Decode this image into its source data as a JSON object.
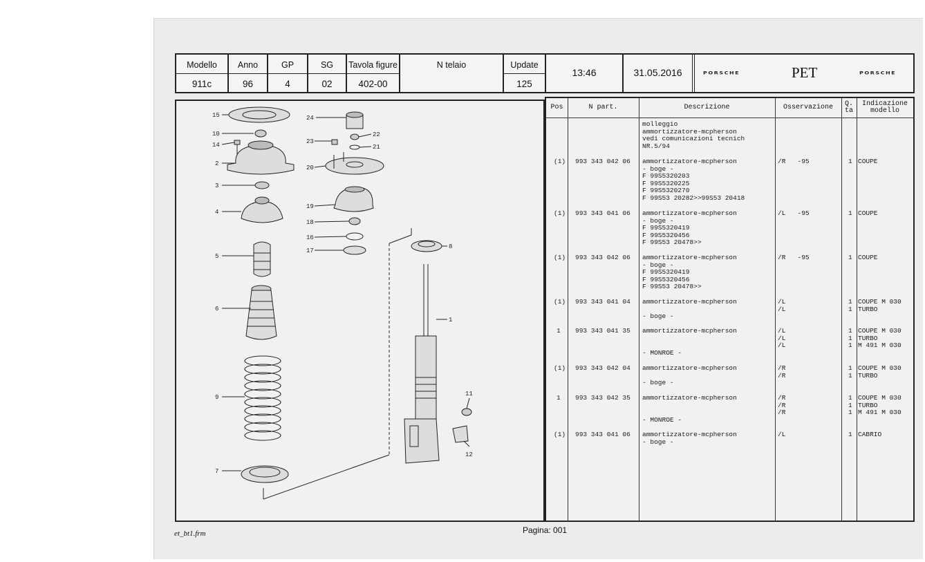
{
  "header": {
    "modello_label": "Modello",
    "modello_value": "911c",
    "anno_label": "Anno",
    "anno_value": "96",
    "gp_label": "GP",
    "gp_value": "4",
    "sg_label": "SG",
    "sg_value": "02",
    "tavola_label": "Tavola figure",
    "tavola_value": "402-00",
    "telaio_label": "N  telaio",
    "update_label": "Update",
    "update_value": "125",
    "time": "13:46",
    "date": "31.05.2016",
    "brand_left": "PORSCHE",
    "app_name": "PET",
    "brand_right": "PORSCHE"
  },
  "diagram_callouts": [
    "15",
    "10",
    "14",
    "2",
    "3",
    "4",
    "5",
    "6",
    "9",
    "7",
    "24",
    "22",
    "23",
    "21",
    "20",
    "19",
    "18",
    "16",
    "17",
    "8",
    "1",
    "11",
    "12"
  ],
  "table": {
    "columns": {
      "pos": "Pos",
      "part": "N  part.",
      "desc": "Descrizione",
      "obs": "Osservazione",
      "qty": "Q.\nta",
      "model": "Indicazione\nmodello"
    },
    "rows": [
      {
        "pos": "",
        "part": "",
        "desc": "molleggio\nammortizzatore-mcpherson\nvedi comunicazioni tecnich\nNR.5/94",
        "obs": "",
        "qty": "",
        "model": ""
      },
      {
        "pos": "(1)",
        "part": "993 343 042 06",
        "desc": "ammortizzatore-mcpherson\n- boge -\nF 99S5320203\nF 99S5320225\nF 99S5320270\nF 99S53 20282>>99S53 20418",
        "obs": "/R   -95",
        "qty": "1",
        "model": "COUPE"
      },
      {
        "pos": "(1)",
        "part": "993 343 041 06",
        "desc": "ammortizzatore-mcpherson\n- boge -\nF 99S5320419\nF 99S5320456\nF 99S53 20478>>",
        "obs": "/L   -95",
        "qty": "1",
        "model": "COUPE"
      },
      {
        "pos": "(1)",
        "part": "993 343 042 06",
        "desc": "ammortizzatore-mcpherson\n- boge -\nF 99S5320419\nF 99S5320456\nF 99S53 20478>>",
        "obs": "/R   -95",
        "qty": "1",
        "model": "COUPE"
      },
      {
        "pos": "(1)",
        "part": "993 343 041 04",
        "desc": "ammortizzatore-mcpherson\n\n- boge -",
        "obs": "/L\n/L",
        "qty": "1\n1",
        "model": "COUPE M 030\nTURBO"
      },
      {
        "pos": "1",
        "part": "993 343 041 35",
        "desc": "ammortizzatore-mcpherson\n\n\n- MONROE -",
        "obs": "/L\n/L\n/L",
        "qty": "1\n1\n1",
        "model": "COUPE M 030\nTURBO\nM 491 M 030"
      },
      {
        "pos": "(1)",
        "part": "993 343 042 04",
        "desc": "ammortizzatore-mcpherson\n\n- boge -",
        "obs": "/R\n/R",
        "qty": "1\n1",
        "model": "COUPE M 030\nTURBO"
      },
      {
        "pos": "1",
        "part": "993 343 042 35",
        "desc": "ammortizzatore-mcpherson\n\n\n- MONROE -",
        "obs": "/R\n/R\n/R",
        "qty": "1\n1\n1",
        "model": "COUPE M 030\nTURBO\nM 491 M 030"
      },
      {
        "pos": "(1)",
        "part": "993 343 041 06",
        "desc": "ammortizzatore-mcpherson\n- boge -",
        "obs": "/L",
        "qty": "1",
        "model": "CABRIO"
      }
    ]
  },
  "footer": {
    "form_name": "et_bt1.frm",
    "page": "Pagina: 001"
  }
}
